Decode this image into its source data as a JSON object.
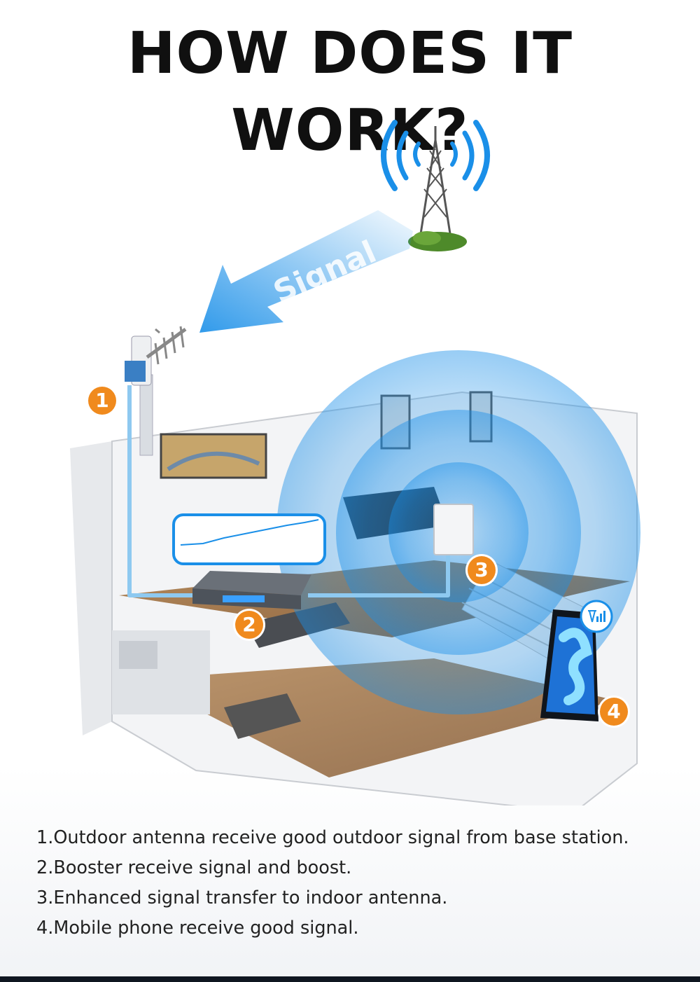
{
  "title": "HOW DOES IT WORK?",
  "signal_arrow_label": "Signal",
  "badges": [
    "1",
    "2",
    "3",
    "4"
  ],
  "steps": [
    "1.Outdoor antenna receive good outdoor signal from base station.",
    "2.Booster receive signal and boost.",
    "3.Enhanced signal transfer to indoor antenna.",
    "4.Mobile phone receive good signal."
  ],
  "colors": {
    "accent_orange": "#f08a1d",
    "signal_blue": "#1a8fe8",
    "cable_blue": "#8ec9f0"
  },
  "icons": [
    "cell-tower-icon",
    "signal-waves-icon",
    "yagi-antenna-icon",
    "booster-icon",
    "panel-antenna-icon",
    "smartphone-icon",
    "signal-strength-icon"
  ]
}
